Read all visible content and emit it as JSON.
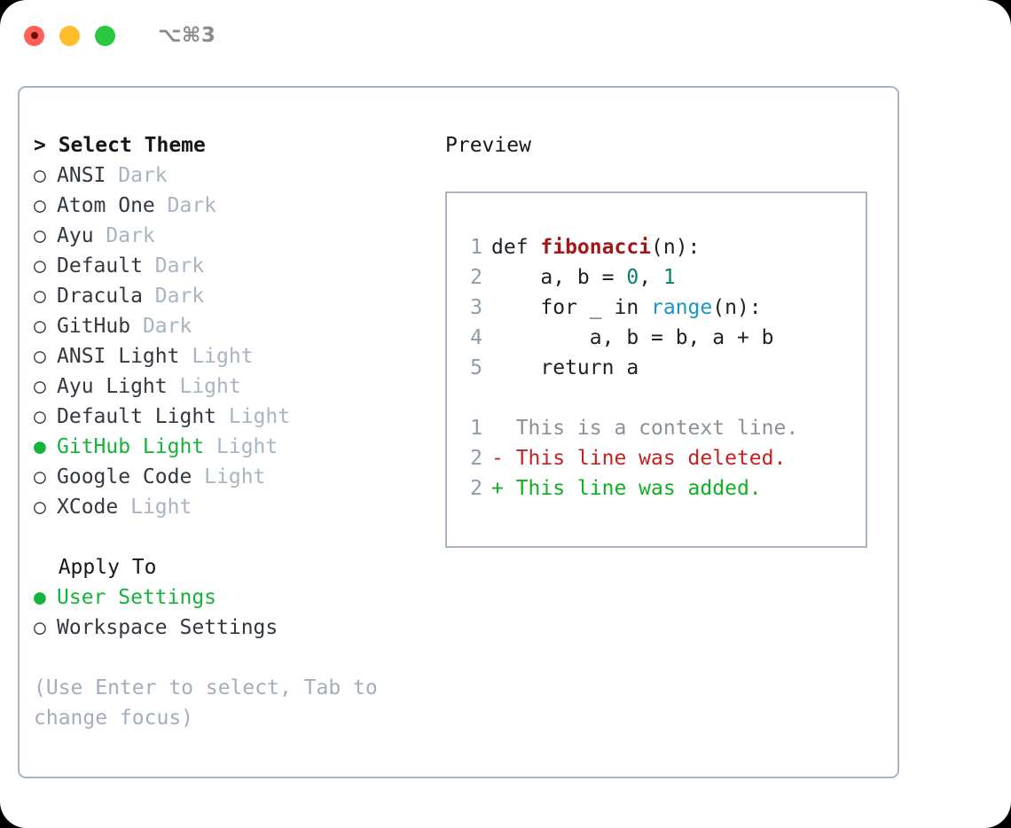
{
  "titlebar": {
    "shortcut": "⌥⌘3",
    "buttons": [
      {
        "name": "close",
        "color": "#ff6159"
      },
      {
        "name": "minimize",
        "color": "#ffbd2e"
      },
      {
        "name": "maximize",
        "color": "#28c840"
      }
    ]
  },
  "theme_section": {
    "title": "Select Theme",
    "focus_prefix": "> ",
    "focused": true,
    "items": [
      {
        "marker": "○",
        "label": "ANSI",
        "suffix": "Dark",
        "selected": false
      },
      {
        "marker": "○",
        "label": "Atom One",
        "suffix": "Dark",
        "selected": false
      },
      {
        "marker": "○",
        "label": "Ayu",
        "suffix": "Dark",
        "selected": false
      },
      {
        "marker": "○",
        "label": "Default",
        "suffix": "Dark",
        "selected": false
      },
      {
        "marker": "○",
        "label": "Dracula",
        "suffix": "Dark",
        "selected": false
      },
      {
        "marker": "○",
        "label": "GitHub",
        "suffix": "Dark",
        "selected": false
      },
      {
        "marker": "○",
        "label": "ANSI Light",
        "suffix": "Light",
        "selected": false
      },
      {
        "marker": "○",
        "label": "Ayu Light",
        "suffix": "Light",
        "selected": false
      },
      {
        "marker": "○",
        "label": "Default Light",
        "suffix": "Light",
        "selected": false
      },
      {
        "marker": "●",
        "label": "GitHub Light",
        "suffix": "Light",
        "selected": true
      },
      {
        "marker": "○",
        "label": "Google Code",
        "suffix": "Light",
        "selected": false
      },
      {
        "marker": "○",
        "label": "XCode",
        "suffix": "Light",
        "selected": false
      }
    ]
  },
  "apply_section": {
    "title": "Apply To",
    "focus_prefix": "  ",
    "focused": false,
    "items": [
      {
        "marker": "●",
        "label": "User Settings",
        "selected": true
      },
      {
        "marker": "○",
        "label": "Workspace Settings",
        "selected": false
      }
    ]
  },
  "hint": "(Use Enter to select, Tab to change focus)",
  "preview": {
    "title": "Preview",
    "code_lines": [
      {
        "lineno": "1",
        "tokens": [
          {
            "text": "def ",
            "type": "plain"
          },
          {
            "text": "fibonacci",
            "type": "fn"
          },
          {
            "text": "(n):",
            "type": "plain"
          }
        ]
      },
      {
        "lineno": "2",
        "tokens": [
          {
            "text": "    a, b = ",
            "type": "plain"
          },
          {
            "text": "0",
            "type": "num"
          },
          {
            "text": ", ",
            "type": "plain"
          },
          {
            "text": "1",
            "type": "num"
          }
        ]
      },
      {
        "lineno": "3",
        "tokens": [
          {
            "text": "    for _ in ",
            "type": "plain"
          },
          {
            "text": "range",
            "type": "blue"
          },
          {
            "text": "(n):",
            "type": "plain"
          }
        ]
      },
      {
        "lineno": "4",
        "tokens": [
          {
            "text": "        a, b = b, a + b",
            "type": "plain"
          }
        ]
      },
      {
        "lineno": "5",
        "tokens": [
          {
            "text": "    return a",
            "type": "plain"
          }
        ]
      }
    ],
    "diff_lines": [
      {
        "lineno": "1",
        "sign": "  ",
        "text": "This is a context line.",
        "kind": "context"
      },
      {
        "lineno": "2",
        "sign": "- ",
        "text": "This line was deleted.",
        "kind": "deleted"
      },
      {
        "lineno": "2",
        "sign": "+ ",
        "text": "This line was added.",
        "kind": "added"
      }
    ]
  },
  "colors": {
    "accent_green": "#14b33a",
    "muted": "#a9b4c2",
    "diff_add": "#10b020",
    "diff_del": "#c62020",
    "fn_red": "#a01818",
    "builtin_blue": "#1796c4",
    "number_teal": "#0b7d70"
  }
}
